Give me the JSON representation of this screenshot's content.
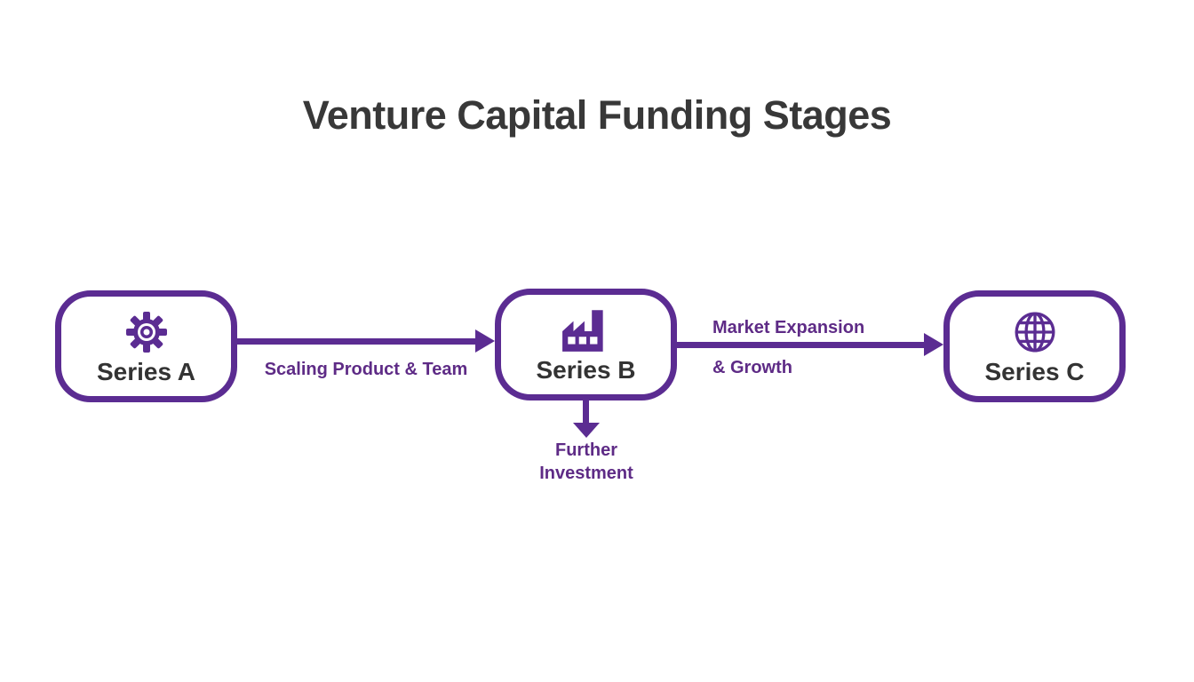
{
  "title": "Venture Capital Funding Stages",
  "colors": {
    "accent": "#5B2C92",
    "accent_text": "#5E2B86",
    "title_text": "#383838",
    "node_text": "#333333",
    "background": "#FFFFFF",
    "node_fill": "#FFFFFF"
  },
  "nodes": [
    {
      "id": "series-a",
      "label": "Series A",
      "icon": "gear-icon"
    },
    {
      "id": "series-b",
      "label": "Series B",
      "icon": "factory-icon"
    },
    {
      "id": "series-c",
      "label": "Series C",
      "icon": "globe-icon"
    }
  ],
  "edges": [
    {
      "from": "series-a",
      "to": "series-b",
      "direction": "right",
      "label": "Scaling Product & Team"
    },
    {
      "from": "series-b",
      "to": "series-c",
      "direction": "right",
      "lines": [
        "Market Expansion",
        "& Growth"
      ]
    },
    {
      "from": "series-b",
      "to": "",
      "direction": "down",
      "lines": [
        "Further",
        "Investment"
      ]
    }
  ]
}
